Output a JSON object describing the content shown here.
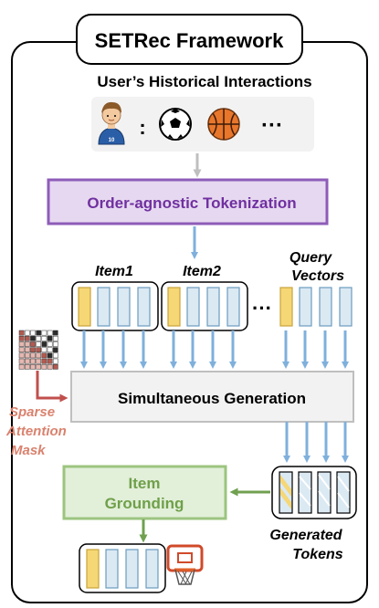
{
  "title": "SETRec Framework",
  "history": {
    "heading": "User’s Historical Interactions",
    "separator": ":",
    "ellipsis": "···",
    "jersey_number": "10"
  },
  "tokenization": {
    "label": "Order-agnostic Tokenization"
  },
  "items": {
    "item1": "Item1",
    "item2": "Item2",
    "query_line1": "Query",
    "query_line2": "Vectors",
    "dots": "···"
  },
  "generation": {
    "label": "Simultaneous Generation"
  },
  "mask": {
    "line1": "Sparse",
    "line2": "Attention",
    "line3": "Mask"
  },
  "grounding": {
    "line1": "Item",
    "line2": "Grounding"
  },
  "generated": {
    "line1": "Generated",
    "line2": "Tokens"
  },
  "colors": {
    "purple": "#7030a0",
    "purple_fill": "#e6d8f0",
    "green": "#70a050",
    "green_fill": "#e2efd9",
    "blue_arrow": "#7fb0dc",
    "token_blue": "#dbe9f3",
    "token_yellow": "#f5d776",
    "mask_red": "#c0504d",
    "grey_panel": "#f2f2f2"
  }
}
